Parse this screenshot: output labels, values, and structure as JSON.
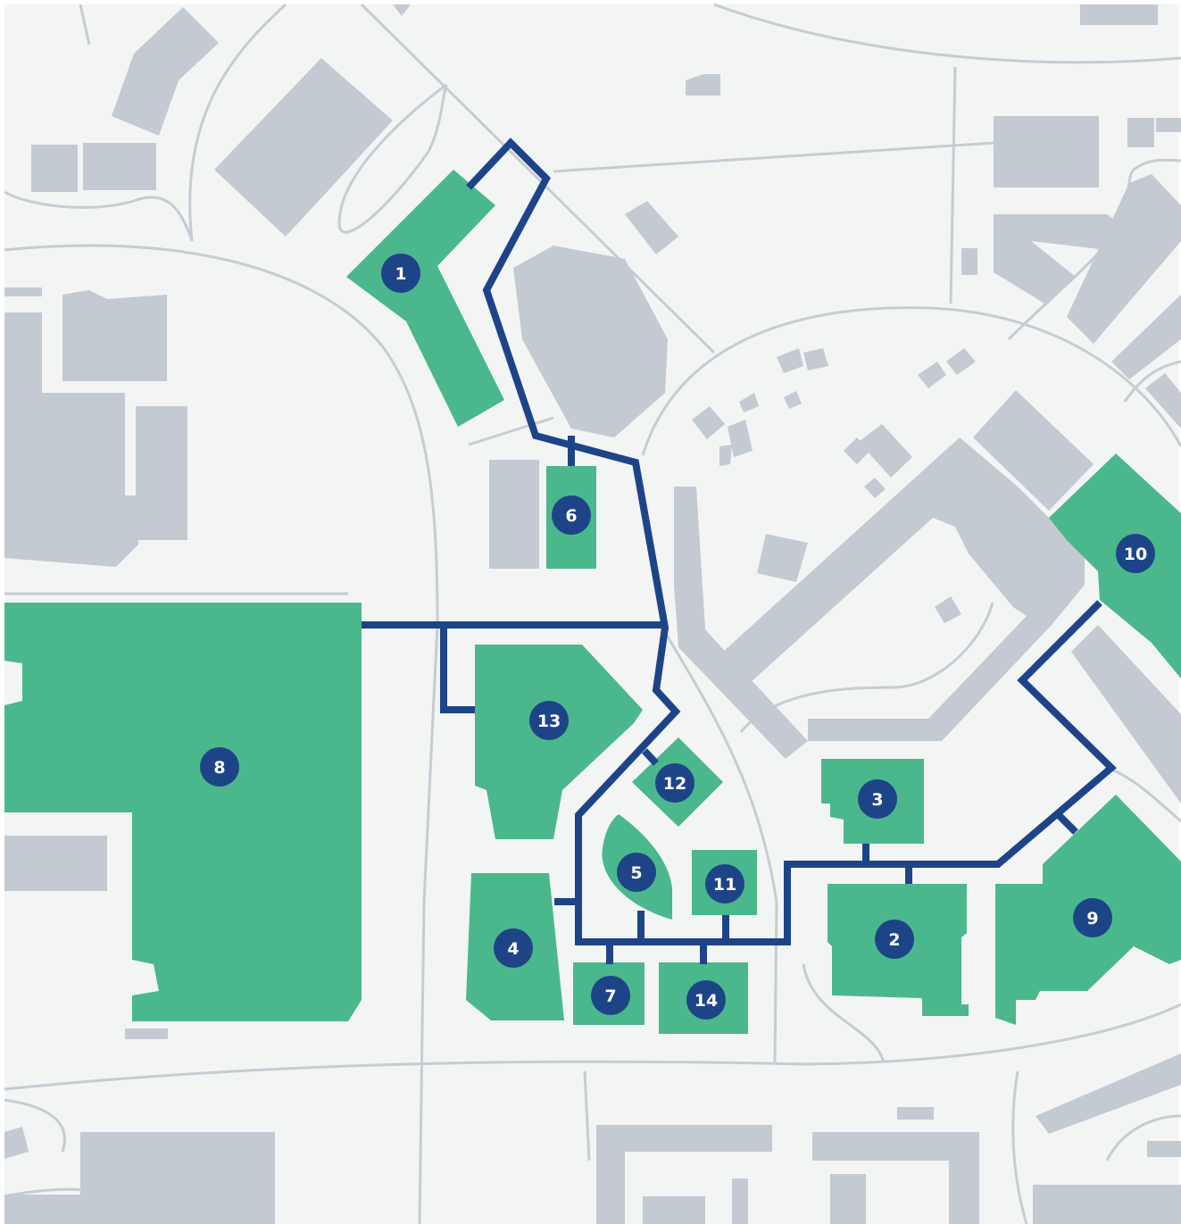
{
  "map": {
    "colors": {
      "background": "#f3f4f4",
      "road": "#c6ccd4",
      "building": "#c4cad2",
      "highlight": "#4bb78c",
      "route": "#1e4488",
      "marker": "#1e4488",
      "marker_text": "#ffffff"
    },
    "markers": [
      {
        "id": "1",
        "label": "1"
      },
      {
        "id": "2",
        "label": "2"
      },
      {
        "id": "3",
        "label": "3"
      },
      {
        "id": "4",
        "label": "4"
      },
      {
        "id": "5",
        "label": "5"
      },
      {
        "id": "6",
        "label": "6"
      },
      {
        "id": "7",
        "label": "7"
      },
      {
        "id": "8",
        "label": "8"
      },
      {
        "id": "9",
        "label": "9"
      },
      {
        "id": "10",
        "label": "10"
      },
      {
        "id": "11",
        "label": "11"
      },
      {
        "id": "12",
        "label": "12"
      },
      {
        "id": "13",
        "label": "13"
      },
      {
        "id": "14",
        "label": "14"
      }
    ]
  }
}
